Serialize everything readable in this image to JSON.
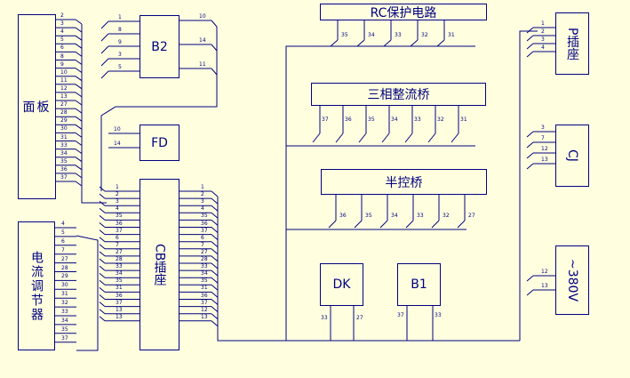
{
  "colors": {
    "background": "#FFFFE0",
    "line": "#000080"
  },
  "components": {
    "mianban": {
      "label": "面板",
      "pins": [
        "2",
        "3",
        "4",
        "5",
        "6",
        "8",
        "9",
        "10",
        "11",
        "12",
        "13",
        "27",
        "28",
        "29",
        "30",
        "31",
        "33",
        "34",
        "35",
        "36",
        "37"
      ]
    },
    "dianliu": {
      "label": "电流调节器",
      "pins": [
        "4",
        "5",
        "6",
        "7",
        "27",
        "28",
        "29",
        "30",
        "31",
        "32",
        "33",
        "34",
        "35",
        "37"
      ]
    },
    "b2": {
      "label": "B2",
      "left_pins": [
        "1",
        "8",
        "9",
        "3",
        "5"
      ],
      "right_pins": [
        "10",
        "14",
        "11"
      ]
    },
    "fd": {
      "label": "FD",
      "pins": [
        "10",
        "14"
      ]
    },
    "cb": {
      "label": "CB插座",
      "left_pins": [
        "1",
        "2",
        "3",
        "4",
        "35",
        "36",
        "37",
        "6",
        "7",
        "27",
        "28",
        "33",
        "34",
        "35",
        "31",
        "36",
        "37",
        "13",
        "13"
      ],
      "right_pins": [
        "1",
        "2",
        "3",
        "4",
        "35",
        "36",
        "37",
        "6",
        "7",
        "27",
        "28",
        "33",
        "34",
        "35",
        "31",
        "36",
        "37",
        "12",
        "13"
      ]
    },
    "rc": {
      "label": "RC保护电路",
      "pins": [
        "35",
        "34",
        "33",
        "32",
        "31"
      ]
    },
    "sanxiang": {
      "label": "三相整流桥",
      "pins": [
        "37",
        "36",
        "35",
        "34",
        "33",
        "32",
        "31"
      ]
    },
    "bankong": {
      "label": "半控桥",
      "pins": [
        "36",
        "35",
        "34",
        "33",
        "32",
        "27"
      ]
    },
    "dk": {
      "label": "DK",
      "pins": [
        "33",
        "27"
      ]
    },
    "b1": {
      "label": "B1",
      "pins": [
        "37",
        "33"
      ]
    },
    "pchazuo": {
      "label": "P插座",
      "pins": [
        "1",
        "2",
        "3",
        "4"
      ]
    },
    "cj": {
      "label": "CJ",
      "pins": [
        "3",
        "7",
        "12",
        "13"
      ]
    },
    "v380": {
      "label": "~380V",
      "pins": [
        "12",
        "13"
      ]
    }
  }
}
